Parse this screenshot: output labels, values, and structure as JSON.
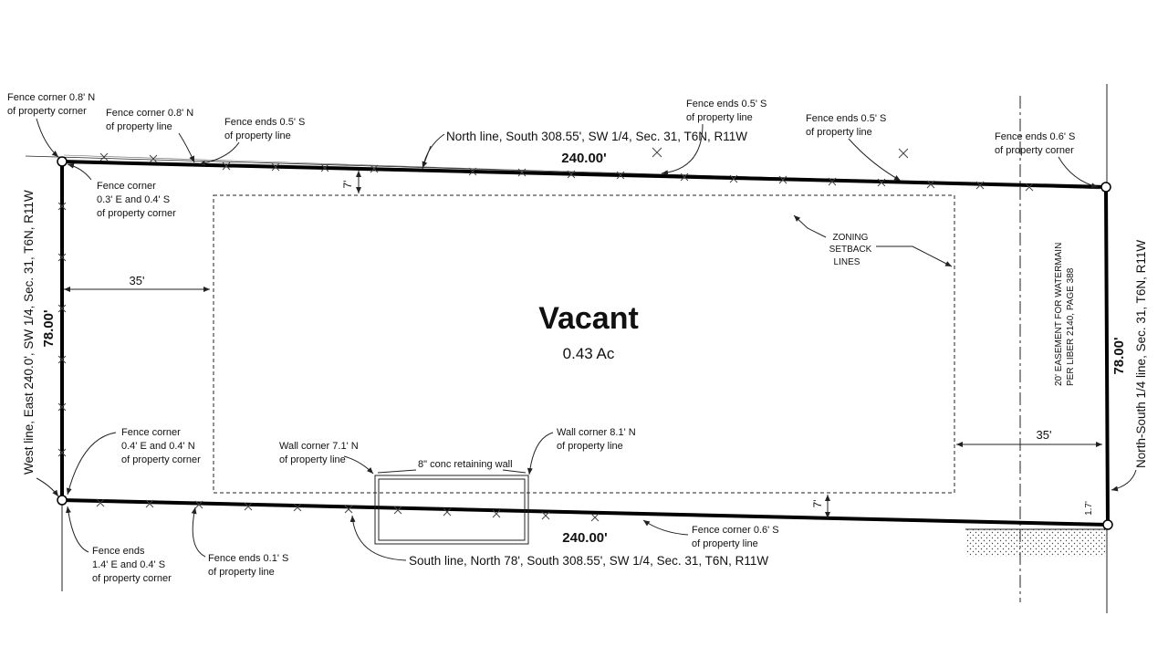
{
  "parcel": {
    "label": "Vacant",
    "area": "0.43 Ac"
  },
  "dimensions": {
    "north": "240.00'",
    "south": "240.00'",
    "west": "78.00'",
    "east": "78.00'",
    "west_setback": "35'",
    "east_setback": "35'",
    "north_setback": "7'",
    "south_setback": "7'",
    "east_offset": "1.7'"
  },
  "boundaries": {
    "north_line": "North line, South 308.55', SW 1/4, Sec. 31, T6N, R11W",
    "south_line": "South line, North 78', South 308.55', SW 1/4, Sec. 31, T6N, R11W",
    "west_line": "West line, East 240.0', SW 1/4, Sec. 31, T6N, R11W",
    "east_line": "North-South 1/4 line, Sec. 31, T6N, R11W"
  },
  "easement": {
    "line1": "20' EASEMENT FOR WATERMAIN",
    "line2": "PER LIBER 2140, PAGE 388"
  },
  "setback_label": [
    "ZONING",
    "SETBACK",
    "LINES"
  ],
  "retaining_wall": "8\" conc retaining wall",
  "notes": {
    "nw_corner": [
      "Fence corner 0.8' N",
      "of property corner"
    ],
    "north_fence_corner": [
      "Fence corner 0.8' N",
      "of property line"
    ],
    "north_fence_ends_1": [
      "Fence ends 0.5' S",
      "of property line"
    ],
    "north_fence_ends_2": [
      "Fence ends 0.5' S",
      "of property line"
    ],
    "north_fence_ends_3": [
      "Fence ends 0.5' S",
      "of property line"
    ],
    "ne_fence_ends": [
      "Fence ends 0.6' S",
      "of property corner"
    ],
    "nw_fence_corner_inner": [
      "Fence corner",
      "0.3' E and 0.4' S",
      "of property corner"
    ],
    "sw_fence_corner": [
      "Fence corner",
      "0.4' E and 0.4' N",
      "of property corner"
    ],
    "sw_fence_ends": [
      "Fence ends",
      "1.4' E and 0.4' S",
      "of property corner"
    ],
    "south_fence_ends": [
      "Fence ends 0.1' S",
      "of property line"
    ],
    "wall_corner_1": [
      "Wall corner 7.1' N",
      "of property line"
    ],
    "wall_corner_2": [
      "Wall corner 8.1' N",
      "of property line"
    ],
    "south_fence_corner": [
      "Fence corner 0.6' S",
      "of property line"
    ]
  }
}
